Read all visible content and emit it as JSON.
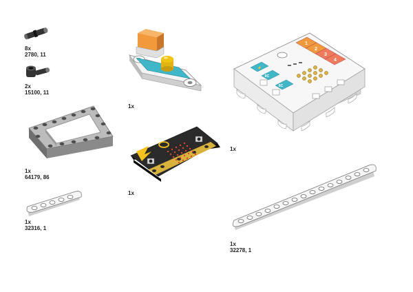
{
  "parts": [
    {
      "qty": "8x",
      "code": "2780, 11"
    },
    {
      "qty": "2x",
      "code": "15100, 11"
    },
    {
      "qty": "1x",
      "code": "64179, 86"
    },
    {
      "qty": "1x",
      "code": "32316, 1"
    },
    {
      "qty": "1x",
      "code": ""
    },
    {
      "qty": "1x",
      "code": ""
    },
    {
      "qty": "1x",
      "code": ""
    },
    {
      "qty": "1x",
      "code": "32278, 1"
    }
  ],
  "hub": {
    "ports": [
      "1",
      "2",
      "3",
      "4"
    ],
    "iic_label": "IIC"
  },
  "colors": {
    "orange": "#f29a3b",
    "teal": "#3fb7c9",
    "salmon": "#ef7b5c",
    "led": "#f1c40f",
    "board": "#222222",
    "gold": "#d9b23b",
    "dark_gray": "#555555",
    "light_gray": "#d7d7d7"
  }
}
